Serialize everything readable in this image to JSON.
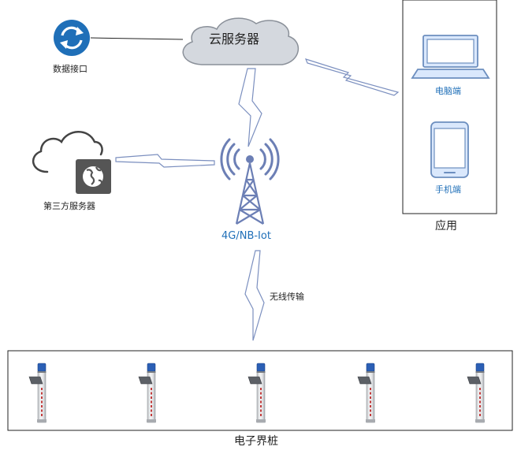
{
  "cloud": {
    "label": "云服务器"
  },
  "data_interface": {
    "label": "数据接口"
  },
  "third_party": {
    "label": "第三方服务器"
  },
  "tower": {
    "label": "4G/NB-Iot"
  },
  "wireless": {
    "label": "无线传输"
  },
  "apps": {
    "title": "应用",
    "pc": "电脑端",
    "mobile": "手机端"
  },
  "piles": {
    "label": "电子界桩",
    "count": 5
  },
  "colors": {
    "link": "#7b8fbf",
    "icon_blue": "#1f6fb8",
    "cloud_fill": "#d4d8de",
    "cloud_stroke": "#8a9099",
    "device_stroke": "#6c8ebf",
    "device_fill": "#dae8fc"
  }
}
